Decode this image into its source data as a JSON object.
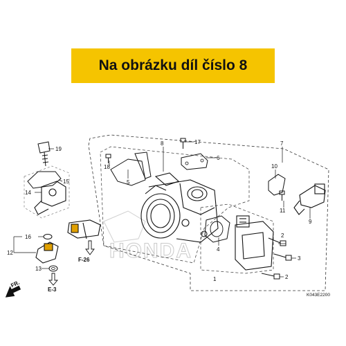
{
  "banner": {
    "text": "Na obrázku díl číslo 8"
  },
  "diagram_code": "K043E2200",
  "watermark": "HONDA",
  "direction_label": "FR.",
  "callouts": {
    "c1": "1",
    "c2a": "2",
    "c2b": "2",
    "c3": "3",
    "c4": "4",
    "c5": "5",
    "c6": "6",
    "c7": "7",
    "c8": "8",
    "c9": "9",
    "c10": "10",
    "c11": "11",
    "c12": "12",
    "c13": "13",
    "c14": "14",
    "c15": "15",
    "c16": "16",
    "c17": "17",
    "c18": "18",
    "c19": "19"
  },
  "refs": {
    "f26": "F-26",
    "e3": "E-3"
  }
}
